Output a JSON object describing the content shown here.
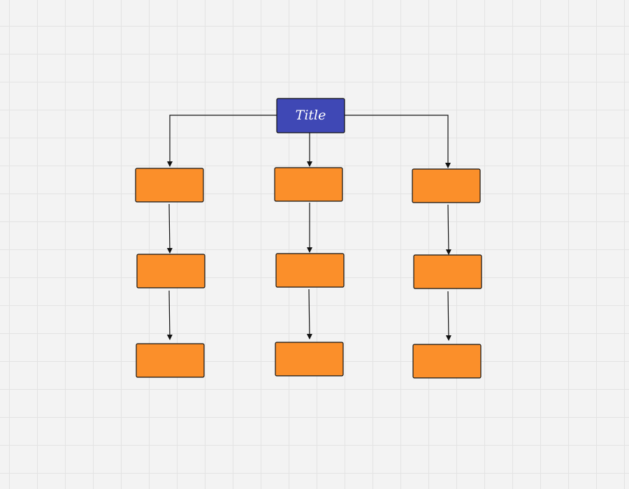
{
  "diagram": {
    "type": "org-chart",
    "title_node": {
      "label": "Title",
      "fill": "#3f48b5",
      "text_color": "#ffffff"
    },
    "child_node_fill": "#fb8f2a",
    "child_node_labels": [
      "",
      "",
      "",
      "",
      "",
      "",
      "",
      "",
      ""
    ],
    "stroke_color": "#111111",
    "grid_color": "#e3e3e3",
    "background": "#f3f3f3",
    "columns": 3,
    "levels_per_column": 3
  }
}
